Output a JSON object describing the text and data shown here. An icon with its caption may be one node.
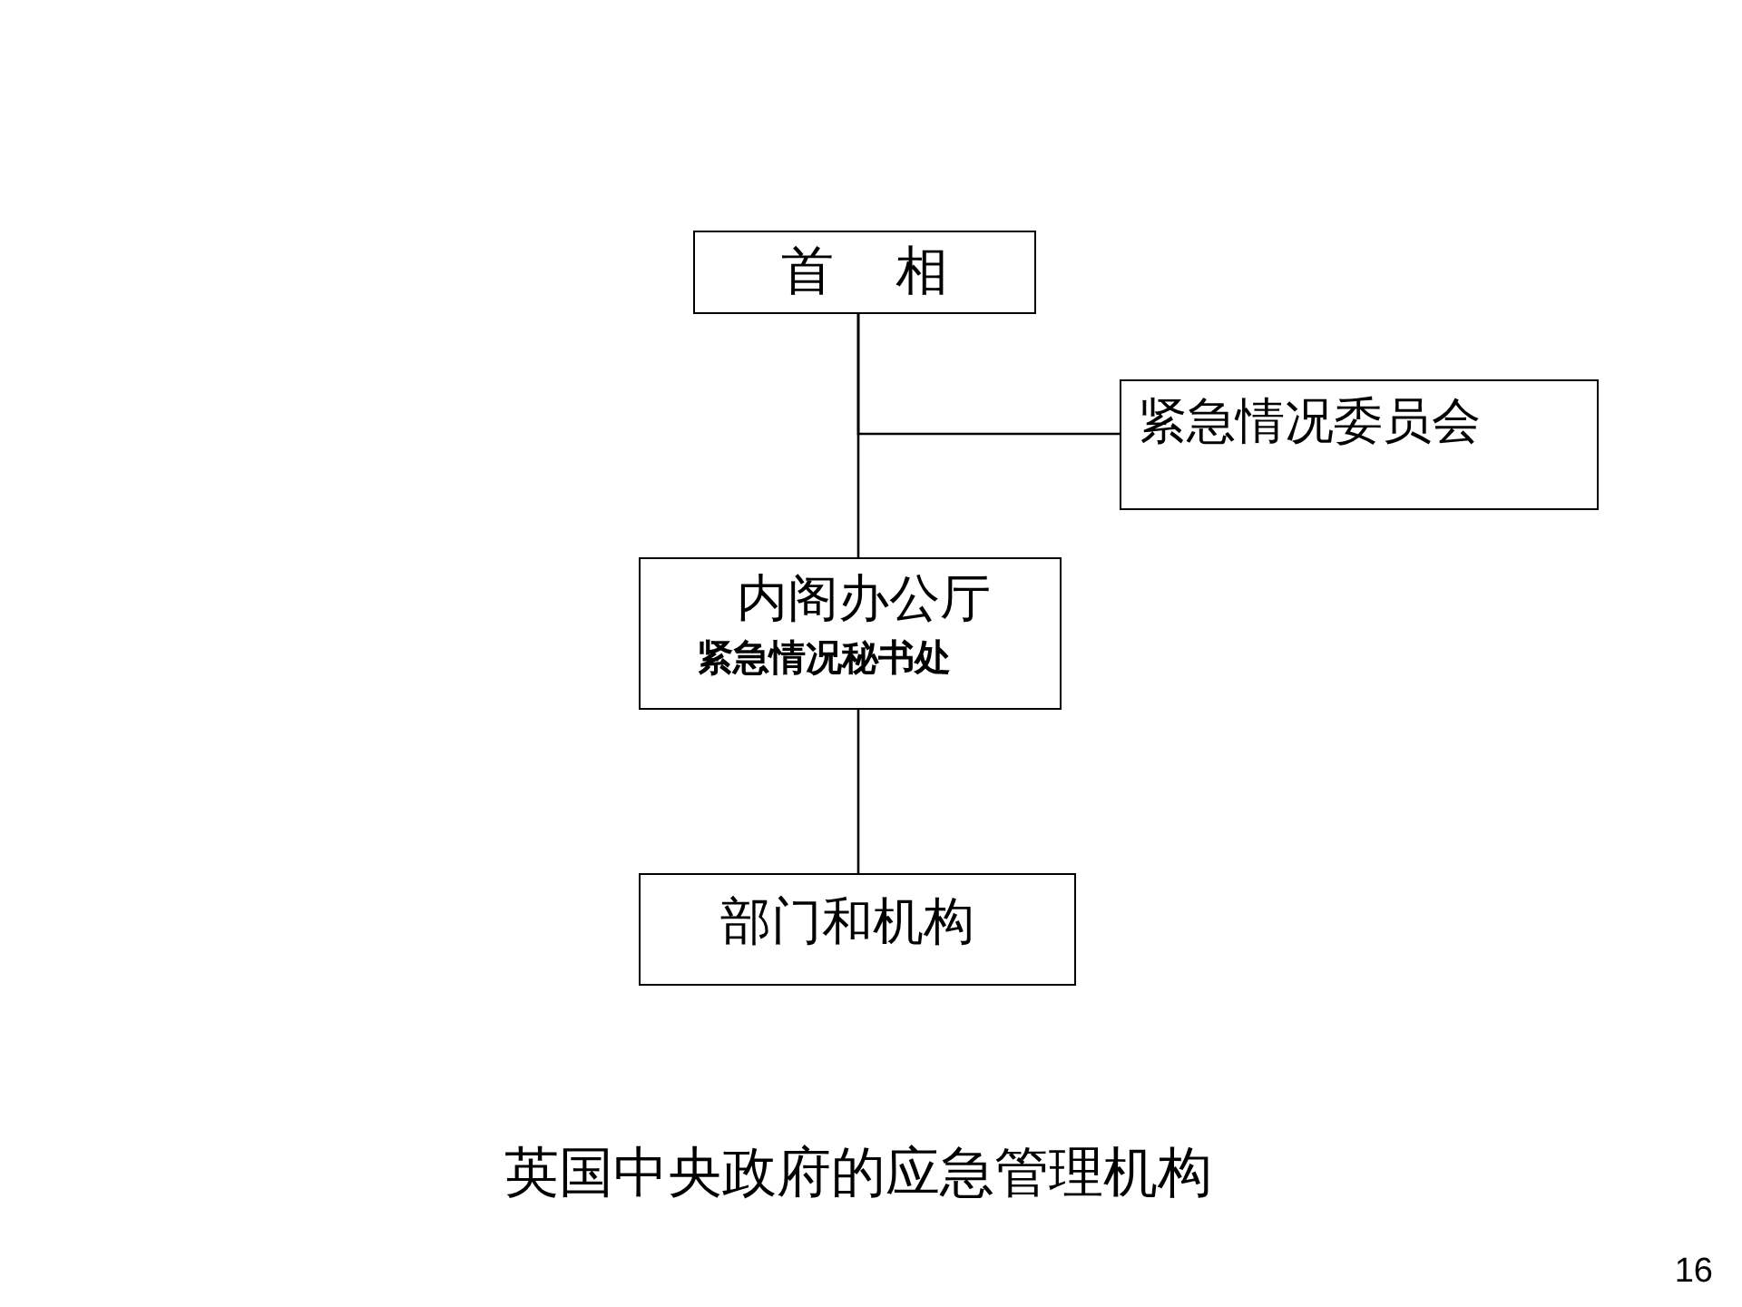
{
  "diagram": {
    "caption": "英国中央政府的应急管理机构",
    "nodes": [
      {
        "text": [
          "首 相"
        ]
      },
      {
        "text": [
          "紧急情况委员会"
        ]
      },
      {
        "text": [
          "内阁办公厅",
          "紧急情况秘书处"
        ]
      },
      {
        "text": [
          "部门和机构"
        ]
      }
    ],
    "edges": [
      {
        "from": 0,
        "to": 1,
        "arrow": "none"
      },
      {
        "from": 0,
        "to": 2,
        "arrow": "none"
      },
      {
        "from": 2,
        "to": 3,
        "arrow": "none"
      }
    ],
    "labels": [
      "16"
    ]
  }
}
